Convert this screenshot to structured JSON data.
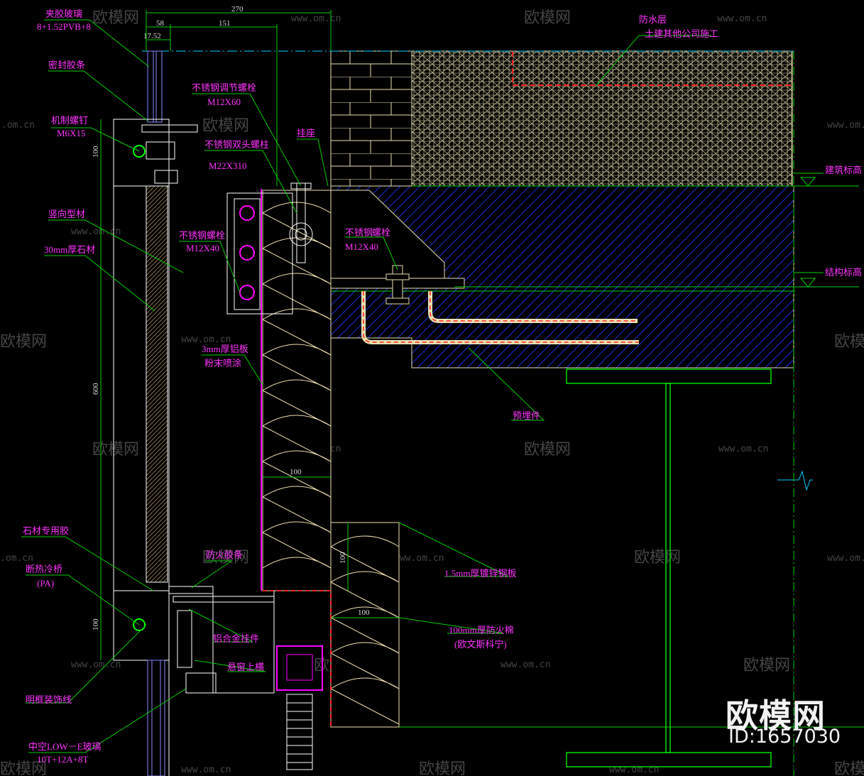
{
  "drawing": {
    "colors": {
      "background": "#000000",
      "label": "#ff33ff",
      "leader": "#00cc00",
      "structure": "#00ff00",
      "masonry": "#e8e0b0",
      "concrete_hatch": "#2233ff",
      "insulation": "#f0e0b0",
      "red_line": "#ff2020",
      "magenta": "#ff00ff"
    },
    "labels": {
      "glass_laminated": "夹胶玻璃",
      "glass_laminated_spec": "8+1.52PVB+8",
      "sealant": "密封胶条",
      "machine_screw": "机制螺钉",
      "machine_screw_spec": "M6X15",
      "vertical_profile": "竖向型材",
      "stone_30mm": "30mm厚石材",
      "stone_glue": "石材专用胶",
      "thermal_break": "断热冷桥",
      "thermal_break_pa": "(PA)",
      "frame_trim": "明框装饰线",
      "hollow_glass": "中空LOW－E玻璃",
      "hollow_glass_spec": "10T+12A+8T",
      "ss_adjust_bolt": "不锈钢调节螺栓",
      "ss_adjust_bolt_spec": "M12X60",
      "ss_stud_bolt": "不锈钢双头螺柱",
      "ss_stud_bolt_spec": "M22X310",
      "hanger": "挂座",
      "ss_bolt": "不锈钢螺栓",
      "ss_bolt_spec": "M12X40",
      "al_panel_3mm": "3mm厚铝板",
      "powder_coat": "粉末喷涂",
      "fire_strip": "防火胶条",
      "al_alloy_hanger": "铝合金挂件",
      "upper_sash": "悬窗上横",
      "galv_steel_1_5": "1.5mm厚镀锌钢板",
      "fire_board_100": "100mm厚防火棉",
      "fire_board_brand": "(欧文斯科宁)",
      "waterproof_layer": "防水层",
      "waterproof_note": "土建其他公司施工",
      "building_elevation": "建筑标高",
      "structure_elevation": "结构标高",
      "embedded_part": "预埋件",
      "anchor_bolt_a": "不锈钢",
      "anchor_bolt_b": "螺栓",
      "anchor_bolt_spec": "M12X40"
    },
    "dimensions": {
      "d270": "270",
      "d58": "58",
      "d151": "151",
      "d17_52": "17.52",
      "d100_top": "100",
      "d600": "600",
      "d100_bottom": "100",
      "d100_insul": "100",
      "d100_small_v": "100",
      "d100_fire": "100"
    },
    "watermark": {
      "brand": "欧模网",
      "url": "www.om.cn",
      "url_alt": ".om.cn"
    },
    "brand_mark": {
      "name": "欧模网",
      "id": "ID:1657030"
    }
  }
}
